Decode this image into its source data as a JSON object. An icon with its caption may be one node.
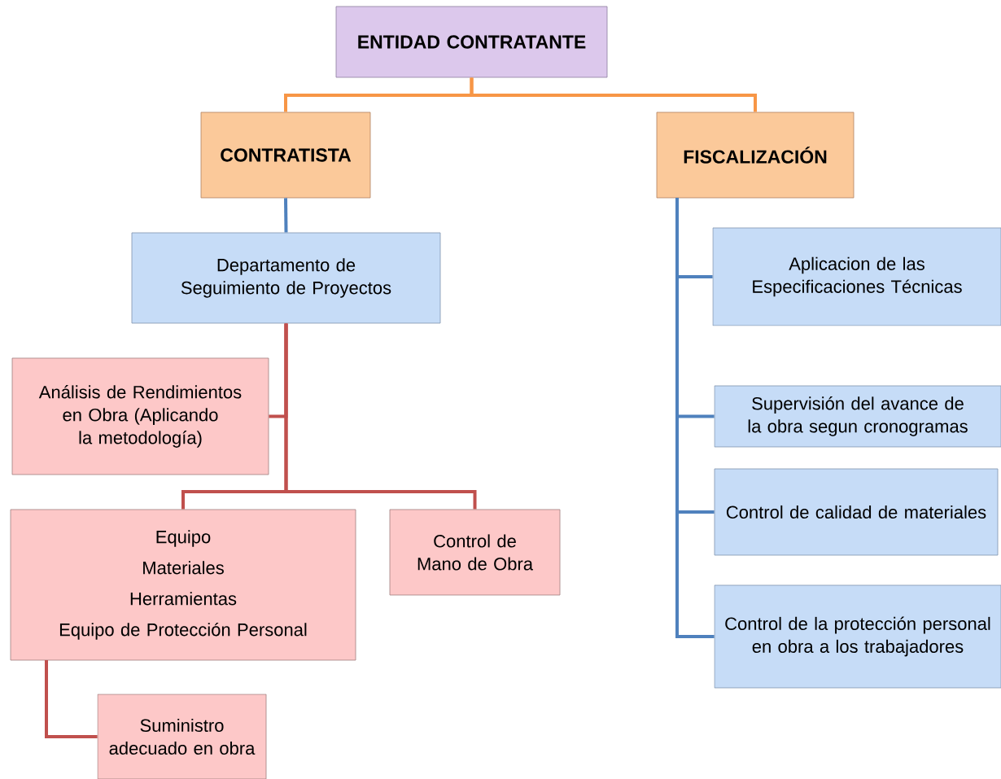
{
  "diagram": {
    "nodes": [
      {
        "text": [
          "ENTIDAD CONTRATANTE"
        ]
      },
      {
        "text": [
          "CONTRATISTA"
        ]
      },
      {
        "text": [
          "FISCALIZACIÓN"
        ]
      },
      {
        "text": [
          "Departamento de Seguimiento de Proyectos"
        ]
      },
      {
        "text": [
          "Análisis de Rendimientos en Obra (Aplicando la metodología)"
        ]
      },
      {
        "text": [
          "Equipo",
          "Materiales",
          "Herramientas",
          "Equipo de Protección Personal"
        ]
      },
      {
        "text": [
          "Control de Mano de Obra"
        ]
      },
      {
        "text": [
          "Suministro adecuado en obra"
        ]
      },
      {
        "text": [
          "Aplicacion de las Especificaciones Técnicas"
        ]
      },
      {
        "text": [
          "Supervisión del avance de la obra segun cronogramas"
        ]
      },
      {
        "text": [
          "Control de calidad de materiales"
        ]
      },
      {
        "text": [
          "Control de la protección personal en obra a los trabajadores"
        ]
      }
    ],
    "edges": [
      {
        "from": 0,
        "to": 1,
        "arrow": "none",
        "color": "#f79646"
      },
      {
        "from": 0,
        "to": 2,
        "arrow": "none",
        "color": "#f79646"
      },
      {
        "from": 1,
        "to": 3,
        "arrow": "none"
      },
      {
        "from": 3,
        "to": 4,
        "arrow": "none",
        "color": "#c0504d"
      },
      {
        "from": 3,
        "to": 5,
        "arrow": "none",
        "color": "#c0504d"
      },
      {
        "from": 3,
        "to": 6,
        "arrow": "none",
        "color": "#c0504d"
      },
      {
        "from": 5,
        "to": 7,
        "arrow": "none",
        "color": "#c0504d"
      },
      {
        "from": 2,
        "to": 8,
        "arrow": "none"
      },
      {
        "from": 2,
        "to": 9,
        "arrow": "none"
      },
      {
        "from": 2,
        "to": 10,
        "arrow": "none"
      },
      {
        "from": 2,
        "to": 11,
        "arrow": "none"
      }
    ]
  }
}
